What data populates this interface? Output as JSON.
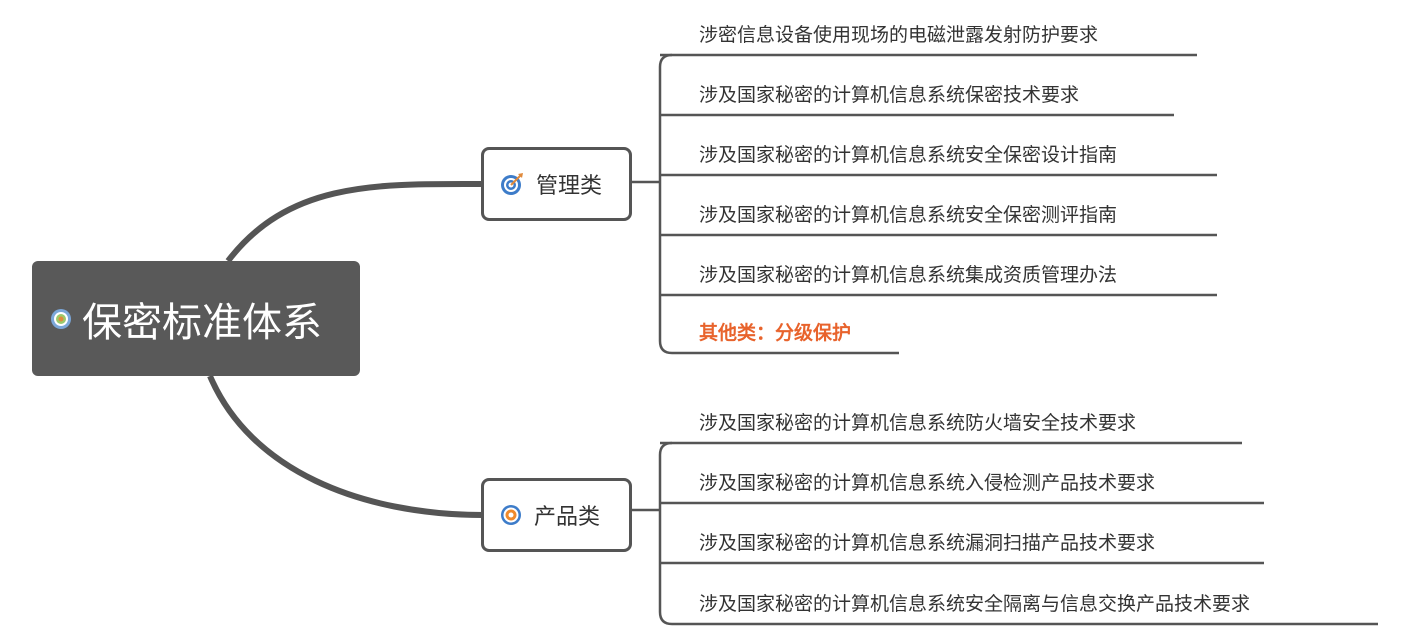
{
  "root": {
    "title": "保密标准体系",
    "icon": "target-icon"
  },
  "branches": [
    {
      "label": "管理类",
      "icon": "target-arrow-icon",
      "items": [
        {
          "text": "涉密信息设备使用现场的电磁泄露发射防护要求"
        },
        {
          "text": "涉及国家秘密的计算机信息系统保密技术要求"
        },
        {
          "text": "涉及国家秘密的计算机信息系统安全保密设计指南"
        },
        {
          "text": "涉及国家秘密的计算机信息系统安全保密测评指南"
        },
        {
          "text": "涉及国家秘密的计算机信息系统集成资质管理办法"
        },
        {
          "text": "其他类：分级保护",
          "highlight": true
        }
      ]
    },
    {
      "label": "产品类",
      "icon": "target-orange-icon",
      "items": [
        {
          "text": "涉及国家秘密的计算机信息系统防火墙安全技术要求"
        },
        {
          "text": "涉及国家秘密的计算机信息系统入侵检测产品技术要求"
        },
        {
          "text": "涉及国家秘密的计算机信息系统漏洞扫描产品技术要求"
        },
        {
          "text": "涉及国家秘密的计算机信息系统安全隔离与信息交换产品技术要求"
        }
      ]
    }
  ],
  "colors": {
    "line": "#555555",
    "root_bg": "#595959",
    "highlight": "#e8632c"
  }
}
